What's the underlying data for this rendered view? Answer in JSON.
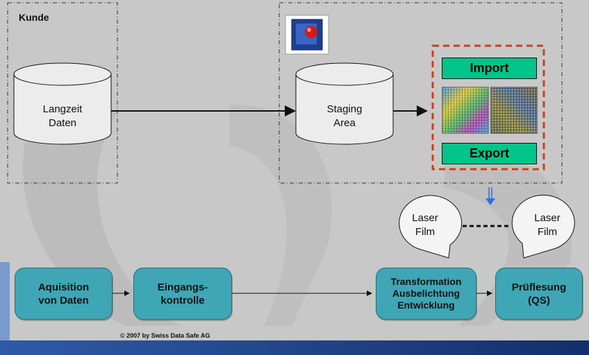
{
  "customer_label": "Kunde",
  "db_left": {
    "line1": "Langzeit",
    "line2": "Daten"
  },
  "db_staging": {
    "line1": "Staging",
    "line2": "Area"
  },
  "import_label": "Import",
  "export_label": "Export",
  "film_left": {
    "line1": "Laser",
    "line2": "Film"
  },
  "film_right": {
    "line1": "Laser",
    "line2": "Film"
  },
  "process": [
    {
      "label": "Aquisition\nvon Daten"
    },
    {
      "label": "Eingangs-\nkontrolle"
    },
    {
      "label": "Transformation\nAusbelichtung\nEntwicklung"
    },
    {
      "label": "Prüflesung\n(QS)"
    }
  ],
  "copyright": "© 2007 by Swiss Data Safe AG",
  "colors": {
    "process_box": "#3fa6b5",
    "import_export": "#00c48a",
    "dashed_frame": "#c8411b",
    "arrow_blue": "#2f6fe0",
    "bottom_band": "#1a3f86"
  },
  "icons": [
    "app-cube-icon"
  ]
}
